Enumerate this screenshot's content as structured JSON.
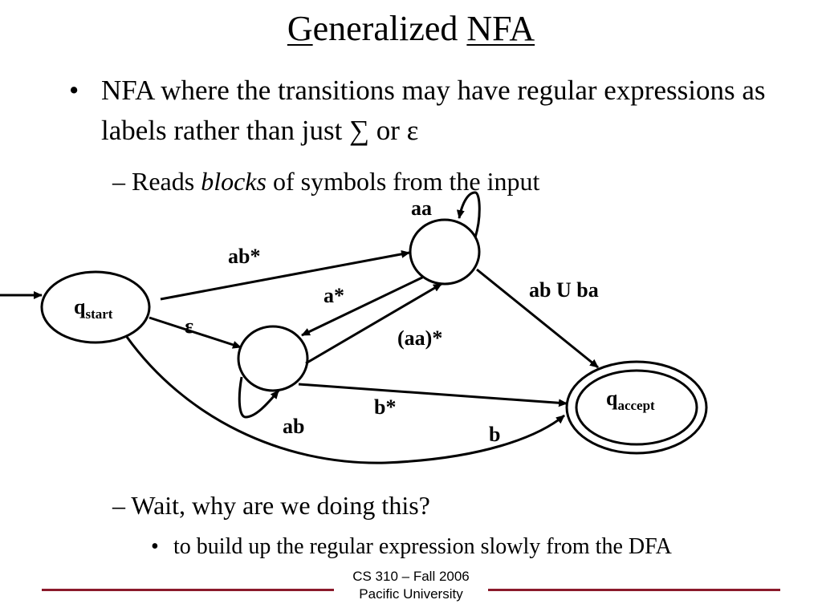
{
  "title": {
    "first_letter": "G",
    "rest": "eneralized",
    "acronym": "NFA"
  },
  "bullet1": {
    "marker": "•",
    "text": "NFA where the transitions may have regular expressions as labels rather than just ∑ or ε"
  },
  "sub1": {
    "prefix": "– Reads ",
    "italic": "blocks",
    "suffix": " of symbols from the input"
  },
  "diagram": {
    "states": {
      "start": {
        "base": "q",
        "sub": "start"
      },
      "accept": {
        "base": "q",
        "sub": "accept"
      },
      "upper": {
        "base": "",
        "sub": ""
      },
      "middle": {
        "base": "",
        "sub": ""
      }
    },
    "transitions": [
      {
        "from": "upper",
        "to": "upper",
        "label": "aa"
      },
      {
        "from": "start",
        "to": "upper",
        "label": "ab*"
      },
      {
        "from": "upper",
        "to": "middle",
        "label": "a*"
      },
      {
        "from": "middle",
        "to": "upper",
        "label": "(aa)*"
      },
      {
        "from": "start",
        "to": "middle",
        "label": "ε"
      },
      {
        "from": "upper",
        "to": "accept",
        "label": "ab U ba"
      },
      {
        "from": "middle",
        "to": "accept",
        "label": "b*"
      },
      {
        "from": "middle",
        "to": "middle",
        "label": "ab"
      },
      {
        "from": "start",
        "to": "accept",
        "label": "b"
      }
    ]
  },
  "sub2": {
    "text": "– Wait, why are we doing this?"
  },
  "sub3": {
    "marker": "•",
    "text": "to build up the regular expression slowly from the DFA"
  },
  "footer": {
    "line1": "CS 310 – Fall 2006",
    "line2": "Pacific University"
  },
  "colors": {
    "accent": "#8b1a2b"
  }
}
